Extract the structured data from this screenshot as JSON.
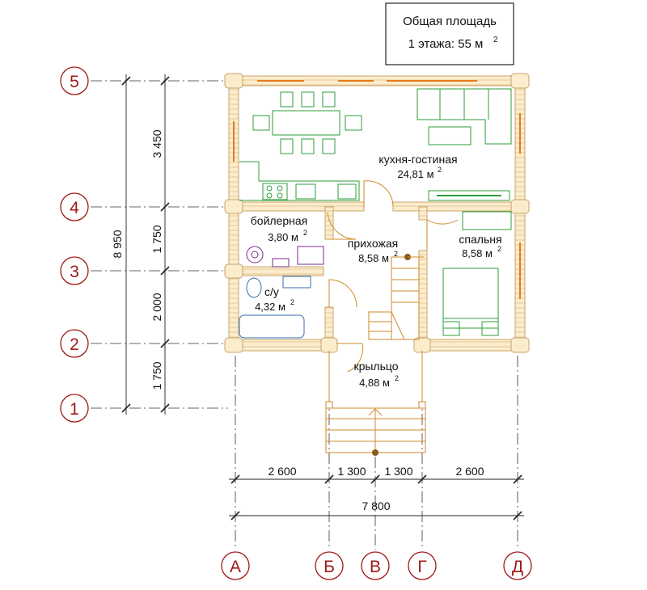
{
  "info_box": {
    "line1": "Общая площадь",
    "line2_prefix": "1 этажа: 55 м",
    "sup": "2"
  },
  "axes": {
    "rows": [
      "5",
      "4",
      "3",
      "2",
      "1"
    ],
    "cols": [
      "А",
      "Б",
      "В",
      "Г",
      "Д"
    ]
  },
  "dims": {
    "vertical": [
      "3 450",
      "1 750",
      "2 000",
      "1 750"
    ],
    "vertical_total": "8 950",
    "horizontal": [
      "2 600",
      "1 300",
      "1 300",
      "2 600"
    ],
    "horizontal_total": "7 800"
  },
  "rooms": {
    "kitchen": {
      "name": "кухня-гостиная",
      "area": "24,81 м",
      "sup": "2"
    },
    "boiler": {
      "name": "бойлерная",
      "area": "3,80 м",
      "sup": "2"
    },
    "hall": {
      "name": "прихожая",
      "area": "8,58 м",
      "sup": "2"
    },
    "bedroom": {
      "name": "спальня",
      "area": "8,58 м",
      "sup": "2"
    },
    "wc": {
      "name": "с/у",
      "area": "4,32 м",
      "sup": "2"
    },
    "porch": {
      "name": "крыльцо",
      "area": "4,88 м",
      "sup": "2"
    }
  },
  "colors": {
    "axis": "#a01818",
    "wall_fill": "#fbeccc",
    "wall_line": "#c9a46a",
    "furniture": "#2e9e3a",
    "window": "#e57a1c",
    "door": "#d08a2a"
  }
}
